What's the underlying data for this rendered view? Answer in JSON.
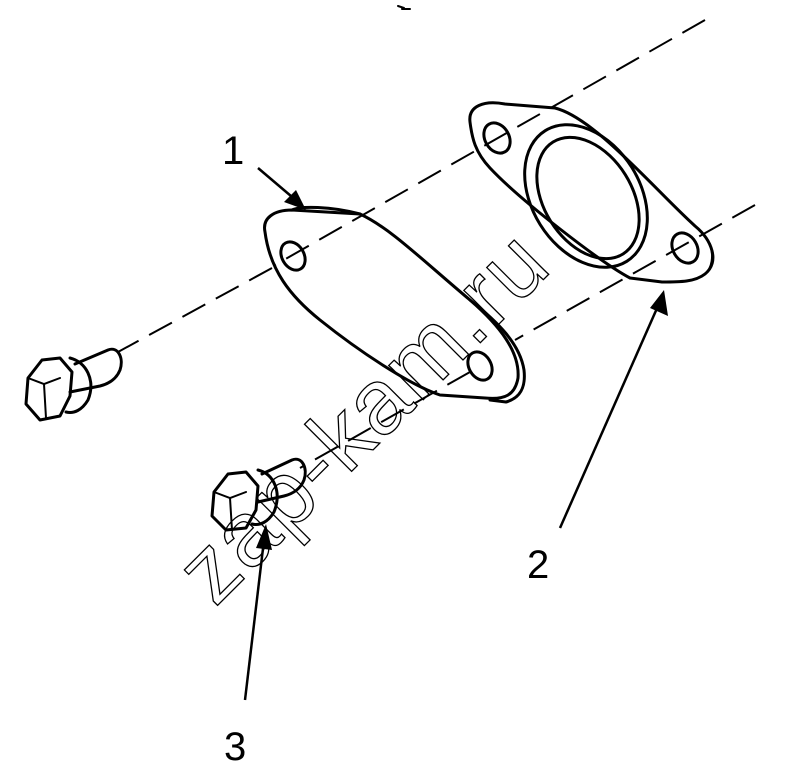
{
  "diagram": {
    "callouts": [
      {
        "id": "1",
        "label": "1",
        "part": "cover-plate"
      },
      {
        "id": "2",
        "label": "2",
        "part": "gasket"
      },
      {
        "id": "3",
        "label": "3",
        "part": "flange-bolt"
      }
    ],
    "watermark": "zap-kam.ru",
    "line_color": "#000000",
    "background_color": "#ffffff"
  }
}
